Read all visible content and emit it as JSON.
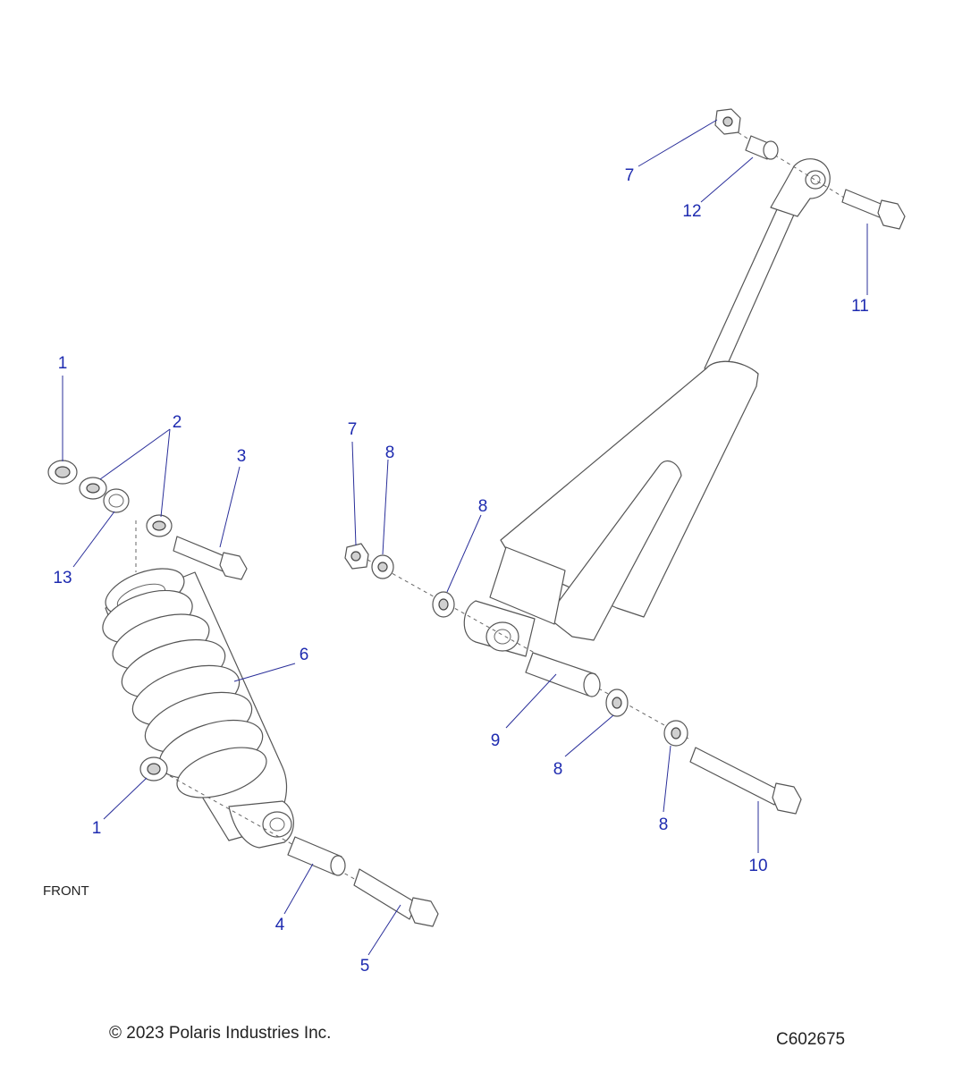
{
  "front_label": "FRONT",
  "copyright": "© 2023 Polaris Industries Inc.",
  "figure_id": "C602675",
  "callouts": {
    "c1_top": "1",
    "c2": "2",
    "c3": "3",
    "c13": "13",
    "c6": "6",
    "c1_bottom": "1",
    "c4": "4",
    "c5": "5",
    "c7_top": "7",
    "c12": "12",
    "c11": "11",
    "c7_mid": "7",
    "c8_a": "8",
    "c8_b": "8",
    "c9": "9",
    "c8_c": "8",
    "c8_d": "8",
    "c10": "10"
  }
}
